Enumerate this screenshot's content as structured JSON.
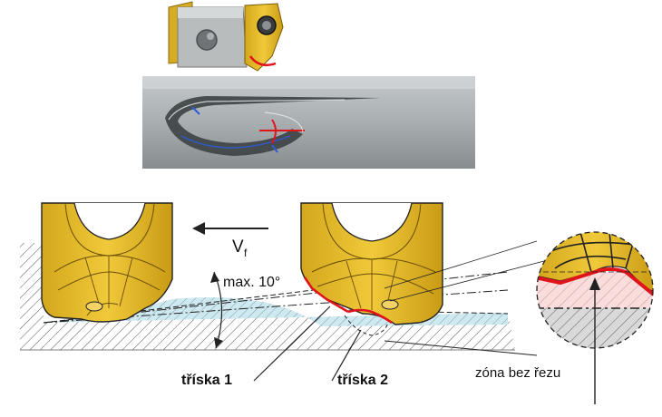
{
  "labels": {
    "feed_symbol": "V",
    "feed_subscript": "f",
    "angle": "max. 10°",
    "chip_1": "tříska 1",
    "chip_2": "tříska 2",
    "zone": "zóna bez řezu"
  },
  "colors": {
    "insert_gold": "#e4ba2a",
    "insert_outline": "#222222",
    "cutting_edge_red": "#e0141b",
    "hatch": "#555555",
    "chip_blue": "#bfe4ee",
    "chip_pink": "#f8d8d8",
    "photo_gray": "#9ea4a7"
  },
  "icons": {
    "feed_arrow": "arrow-left-icon",
    "insert": "cutting-insert-icon",
    "magnifier": "zoom-circle-icon"
  }
}
